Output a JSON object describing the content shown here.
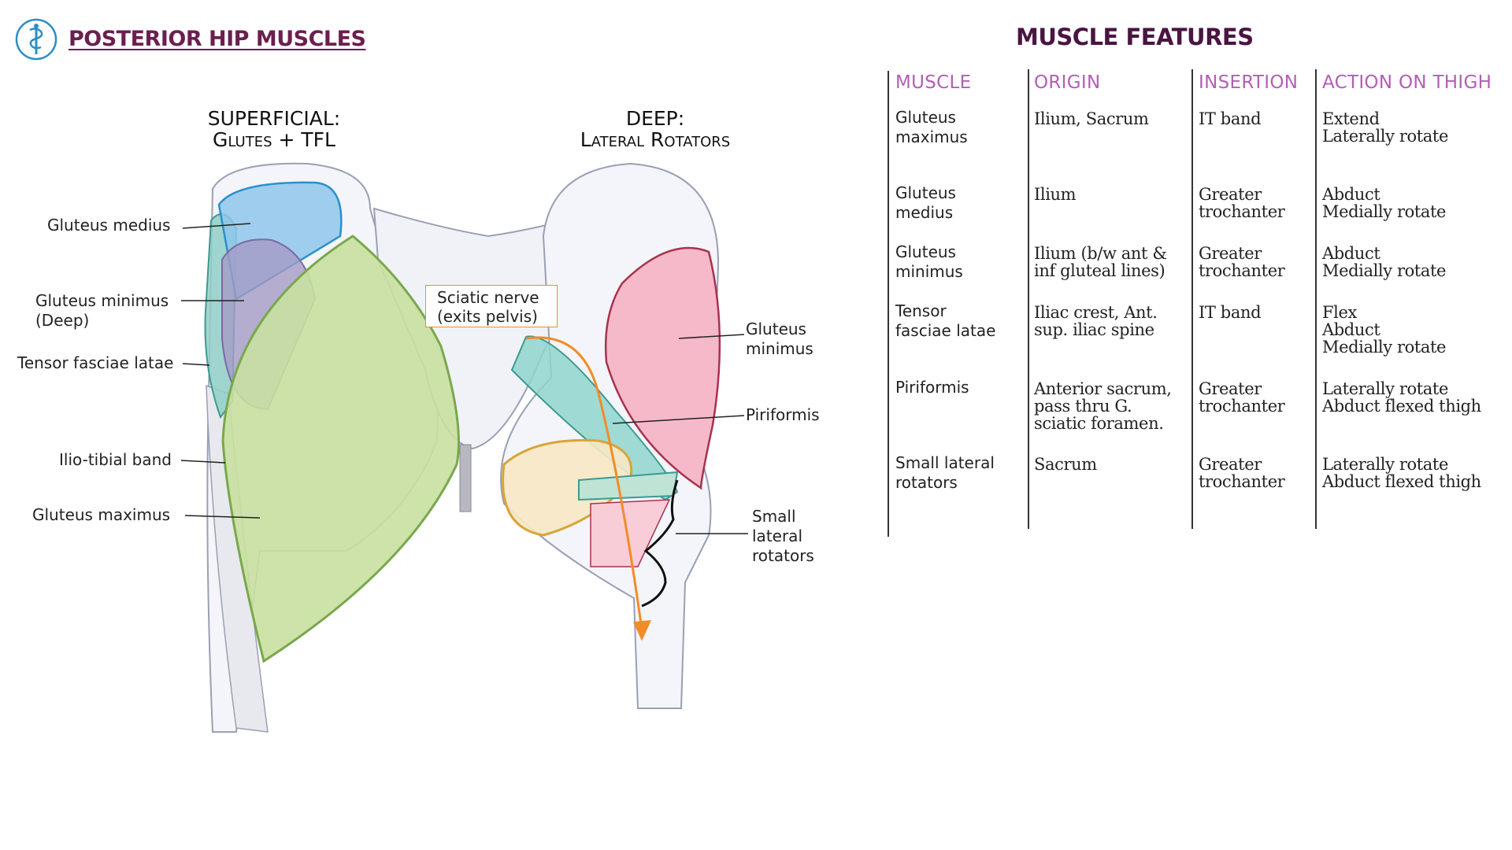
{
  "header": {
    "title": "POSTERIOR HIP MUSCLES",
    "logo_icon": "caduceus-icon"
  },
  "diagram": {
    "superficial_heading": {
      "line1": "SUPERFICIAL:",
      "line2": "Glutes + TFL"
    },
    "deep_heading": {
      "line1": "DEEP:",
      "line2": "Lateral Rotators"
    },
    "left_labels": {
      "gluteus_medius": "Gluteus medius",
      "gluteus_minimus": "Gluteus minimus\n(Deep)",
      "tensor_fasciae_latae": "Tensor fasciae latae",
      "iliotibial_band": "Ilio-tibial band",
      "gluteus_maximus": "Gluteus maximus"
    },
    "callout": "Sciatic nerve\n(exits pelvis)",
    "right_labels": {
      "gluteus_minimus": "Gluteus\nminimus",
      "piriformis": "Piriformis",
      "small_lateral_rotators": "Small\nlateral\nrotators"
    },
    "colors": {
      "gluteus_medius": "#8ec6ea",
      "gluteus_minimus": "#a59bc6",
      "gluteus_maximus": "#c8e0a0",
      "tfl": "#8fcfc6",
      "piriformis": "#f5b9c9",
      "sciatic_nerve": "#f28c28"
    }
  },
  "features": {
    "title": "MUSCLE FEATURES",
    "columns": [
      "MUSCLE",
      "ORIGIN",
      "INSERTION",
      "ACTION ON THIGH"
    ],
    "rows": [
      {
        "muscle": "Gluteus\nmaximus",
        "origin": "Ilium, Sacrum",
        "insertion": "IT band",
        "action": "Extend\nLaterally rotate"
      },
      {
        "muscle": "Gluteus\nmedius",
        "origin": "Ilium",
        "insertion": "Greater\ntrochanter",
        "action": "Abduct\nMedially rotate"
      },
      {
        "muscle": "Gluteus\nminimus",
        "origin": "Ilium (b/w ant &\ninf gluteal lines)",
        "insertion": "Greater\ntrochanter",
        "action": "Abduct\nMedially rotate"
      },
      {
        "muscle": "Tensor\nfasciae latae",
        "origin": "Iliac crest, Ant.\nsup. iliac spine",
        "insertion": "IT band",
        "action": "Flex\nAbduct\nMedially rotate"
      },
      {
        "muscle": "Piriformis",
        "origin": "Anterior sacrum,\npass thru G.\nsciatic foramen.",
        "insertion": "Greater\ntrochanter",
        "action": "Laterally rotate\nAbduct flexed thigh"
      },
      {
        "muscle": "Small lateral\nrotators",
        "origin": "Sacrum",
        "insertion": "Greater\ntrochanter",
        "action": "Laterally rotate\nAbduct flexed thigh"
      }
    ]
  }
}
